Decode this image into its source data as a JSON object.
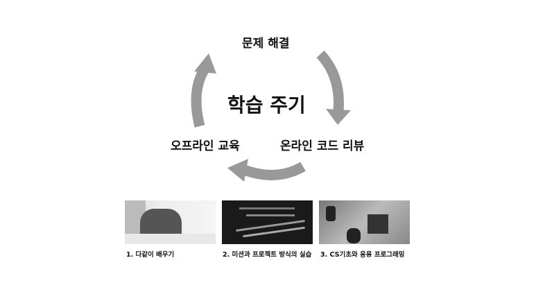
{
  "cycle": {
    "title": "학습 주기",
    "steps": [
      "문제 해결",
      "온라인 코드 리뷰",
      "오프라인 교육"
    ],
    "arrow_color": "#999999"
  },
  "cards": [
    {
      "caption": "1. 다같이 배우기"
    },
    {
      "caption": "2. 미션과 프로젝트 방식의 실습"
    },
    {
      "caption": "3. CS기초와 응용 프로그래밍"
    }
  ]
}
